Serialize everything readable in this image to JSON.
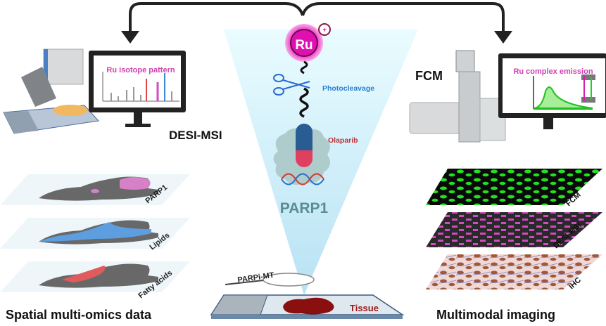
{
  "center": {
    "ru_label": "Ru",
    "charge": "+",
    "photocleavage": "Photocleavage",
    "olaparib": "Olaparib",
    "parp1": "PARP1",
    "probe": "PARPi-MT",
    "tissue": "Tissue"
  },
  "left": {
    "instrument": "DESI-MSI",
    "screen_title": "Ru isotope pattern",
    "layers": [
      "PARP1",
      "Lipids",
      "Fatty acids"
    ],
    "caption": "Spatial multi-omics data"
  },
  "right": {
    "instrument": "FCM",
    "screen_title": "Ru complex emission",
    "layers": [
      "FCM",
      "DESI-MSI",
      "IHC"
    ],
    "caption": "Multimodal imaging"
  },
  "colors": {
    "ru": "#e020b0",
    "photocleavage": "#2a7fd4",
    "olaparib": "#c0303a",
    "parp1": "#5a8c94",
    "tissue": "#a01818",
    "pink": "#d66ab8",
    "green": "#22d622"
  }
}
